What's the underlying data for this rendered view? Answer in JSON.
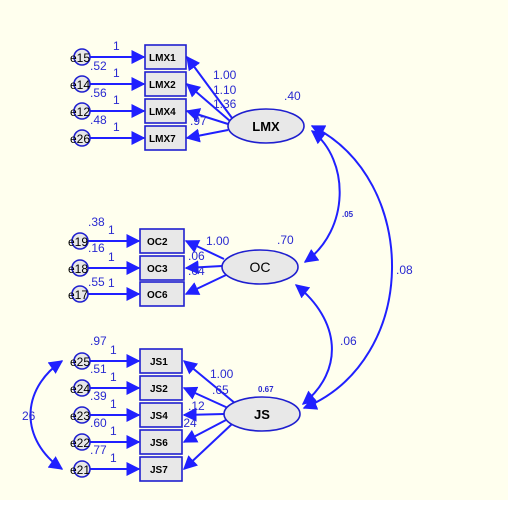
{
  "diagram": {
    "colors": {
      "canvas": "#ffffee",
      "path": "#2020ff",
      "text": "#2a2ad0",
      "node_fill": "#e8e8e8"
    },
    "latents": {
      "lmx": {
        "label": "LMX",
        "variance": ".40"
      },
      "oc": {
        "label": "OC",
        "variance": ".70"
      },
      "js": {
        "label": "JS",
        "variance": "0.67"
      }
    },
    "lmx_block": {
      "indicators": [
        "LMX1",
        "LMX2",
        "LMX4",
        "LMX7"
      ],
      "errors": [
        "e15",
        "e14",
        "e12",
        "e26"
      ],
      "error_variances": [
        ".52",
        ".56",
        ".48"
      ],
      "fixed_paths": [
        "1",
        "1",
        "1",
        "1"
      ],
      "loadings": [
        "1.00",
        "1.10",
        "1.36",
        ".97"
      ]
    },
    "oc_block": {
      "indicators": [
        "OC2",
        "OC3",
        "OC6"
      ],
      "errors": [
        "e19",
        "e18",
        "e17"
      ],
      "error_variances": [
        ".38",
        ".16",
        ".55"
      ],
      "fixed_paths": [
        "1",
        "1",
        "1"
      ],
      "loadings": [
        "1.00",
        ".06",
        ".04"
      ]
    },
    "js_block": {
      "indicators": [
        "JS1",
        "JS2",
        "JS4",
        "JS6",
        "JS7"
      ],
      "errors": [
        "e25",
        "e24",
        "e23",
        "e22",
        "e21"
      ],
      "error_variances": [
        ".97",
        ".51",
        ".39",
        ".60",
        ".77"
      ],
      "fixed_paths": [
        "1",
        "1",
        "1",
        "1",
        "1"
      ],
      "loadings": [
        "1.00",
        ".65",
        ".12",
        ".24",
        ""
      ]
    },
    "covariances": {
      "lmx_oc": ".05",
      "oc_js": ".06",
      "lmx_js": ".08",
      "e25_e21": "26"
    }
  }
}
